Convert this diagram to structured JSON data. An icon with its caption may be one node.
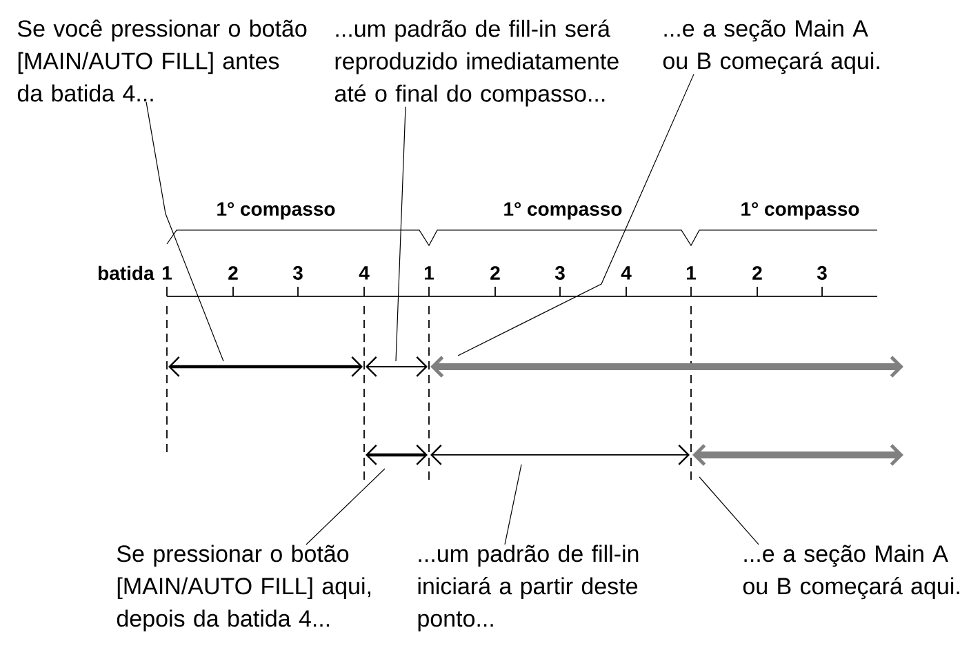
{
  "diagram": {
    "nodes": [
      {
        "text": [
          "Se você pressionar o botão [MAIN/AUTO FILL] antes da batida 4..."
        ]
      },
      {
        "text": [
          "...um padrão de fill-in será reproduzido imediatamente até o final do compasso..."
        ]
      },
      {
        "text": [
          "...e a seção Main A ou B começará aqui."
        ]
      },
      {
        "text": [
          "Se pressionar o botão [MAIN/AUTO FILL] aqui, depois da batida 4..."
        ]
      },
      {
        "text": [
          "...um padrão de fill-in iniciará a partir deste ponto..."
        ]
      },
      {
        "text": [
          "...e a seção Main A ou B começará aqui."
        ]
      }
    ],
    "edges": [
      {
        "from": 0,
        "to": null,
        "arrow": "none"
      },
      {
        "from": 1,
        "to": null,
        "arrow": "none"
      },
      {
        "from": 2,
        "to": null,
        "arrow": "none"
      },
      {
        "from": 3,
        "to": null,
        "arrow": "none"
      },
      {
        "from": 4,
        "to": null,
        "arrow": "none"
      },
      {
        "from": 5,
        "to": null,
        "arrow": "none"
      }
    ],
    "labels": [
      "1° compasso",
      "1° compasso",
      "1° compasso",
      "batida",
      "1",
      "2",
      "3",
      "4",
      "1",
      "2",
      "3",
      "4",
      "1",
      "2",
      "3"
    ]
  }
}
